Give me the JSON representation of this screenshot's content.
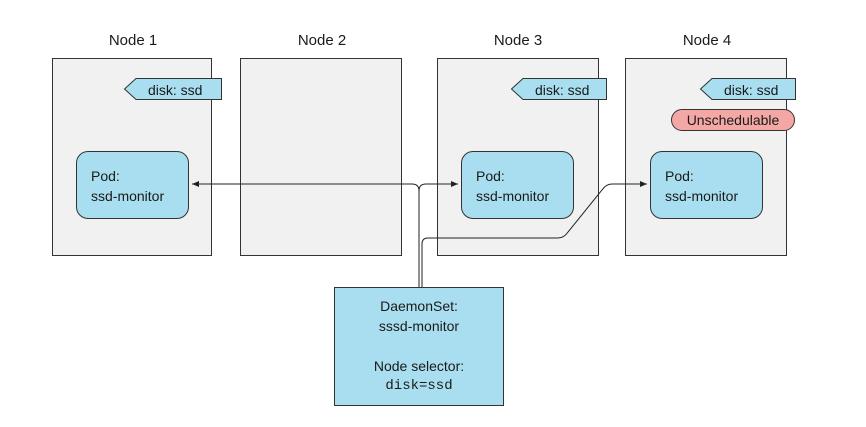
{
  "nodes": [
    {
      "title": "Node 1",
      "label": "disk: ssd",
      "pod_line1": "Pod:",
      "pod_line2": "ssd-monitor"
    },
    {
      "title": "Node 2"
    },
    {
      "title": "Node 3",
      "label": "disk: ssd",
      "pod_line1": "Pod:",
      "pod_line2": "ssd-monitor"
    },
    {
      "title": "Node 4",
      "label": "disk: ssd",
      "status": "Unschedulable",
      "pod_line1": "Pod:",
      "pod_line2": "ssd-monitor"
    }
  ],
  "daemonset": {
    "line1": "DaemonSet:",
    "line2": "sssd-monitor",
    "selector_label": "Node selector:",
    "selector_value": "disk=ssd"
  },
  "colors": {
    "node_fill": "#f1f1f1",
    "pod_fill": "#a8def0",
    "label_fill": "#a8def0",
    "unschedulable_fill": "#f4a8a6"
  }
}
